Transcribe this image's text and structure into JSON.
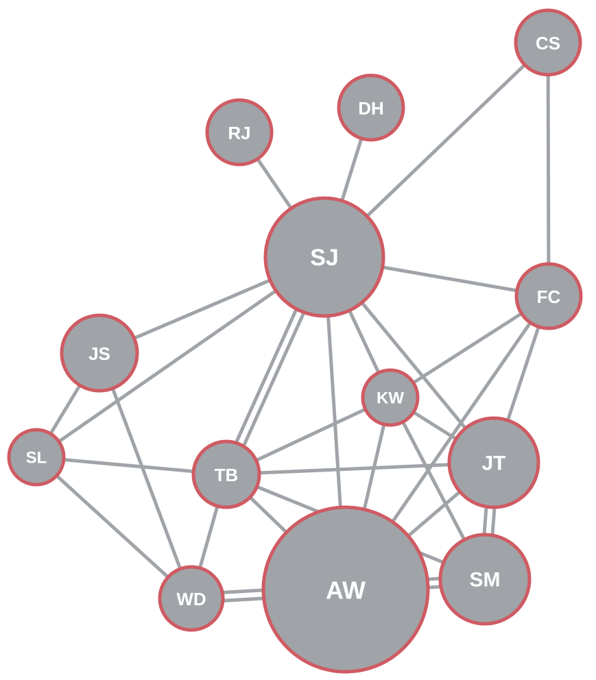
{
  "colors": {
    "node_fill": "#a0a4a8",
    "node_border": "#cf5b63",
    "edge": "#a0a4a8",
    "label": "#ffffff"
  },
  "nodes": [
    {
      "id": "CS",
      "label": "CS"
    },
    {
      "id": "DH",
      "label": "DH"
    },
    {
      "id": "RJ",
      "label": "RJ"
    },
    {
      "id": "SJ",
      "label": "SJ"
    },
    {
      "id": "FC",
      "label": "FC"
    },
    {
      "id": "JS",
      "label": "JS"
    },
    {
      "id": "KW",
      "label": "KW"
    },
    {
      "id": "SL",
      "label": "SL"
    },
    {
      "id": "TB",
      "label": "TB"
    },
    {
      "id": "JT",
      "label": "JT"
    },
    {
      "id": "SM",
      "label": "SM"
    },
    {
      "id": "WD",
      "label": "WD"
    },
    {
      "id": "AW",
      "label": "AW"
    }
  ],
  "edges": [
    {
      "source": "RJ",
      "target": "SJ"
    },
    {
      "source": "DH",
      "target": "SJ"
    },
    {
      "source": "CS",
      "target": "SJ"
    },
    {
      "source": "CS",
      "target": "FC"
    },
    {
      "source": "SJ",
      "target": "FC"
    },
    {
      "source": "SJ",
      "target": "JS"
    },
    {
      "source": "SJ",
      "target": "SL"
    },
    {
      "source": "SJ",
      "target": "TB",
      "double": true
    },
    {
      "source": "SJ",
      "target": "AW"
    },
    {
      "source": "SJ",
      "target": "KW"
    },
    {
      "source": "SJ",
      "target": "JT"
    },
    {
      "source": "JS",
      "target": "SL"
    },
    {
      "source": "JS",
      "target": "WD"
    },
    {
      "source": "SL",
      "target": "TB"
    },
    {
      "source": "SL",
      "target": "WD"
    },
    {
      "source": "TB",
      "target": "KW"
    },
    {
      "source": "TB",
      "target": "JT"
    },
    {
      "source": "TB",
      "target": "AW"
    },
    {
      "source": "TB",
      "target": "WD"
    },
    {
      "source": "TB",
      "target": "SM"
    },
    {
      "source": "KW",
      "target": "FC"
    },
    {
      "source": "KW",
      "target": "AW"
    },
    {
      "source": "KW",
      "target": "JT"
    },
    {
      "source": "KW",
      "target": "SM"
    },
    {
      "source": "FC",
      "target": "JT"
    },
    {
      "source": "FC",
      "target": "AW"
    },
    {
      "source": "JT",
      "target": "AW"
    },
    {
      "source": "JT",
      "target": "SM",
      "double": true
    },
    {
      "source": "AW",
      "target": "SM",
      "double": true
    },
    {
      "source": "AW",
      "target": "WD",
      "double": true
    }
  ]
}
